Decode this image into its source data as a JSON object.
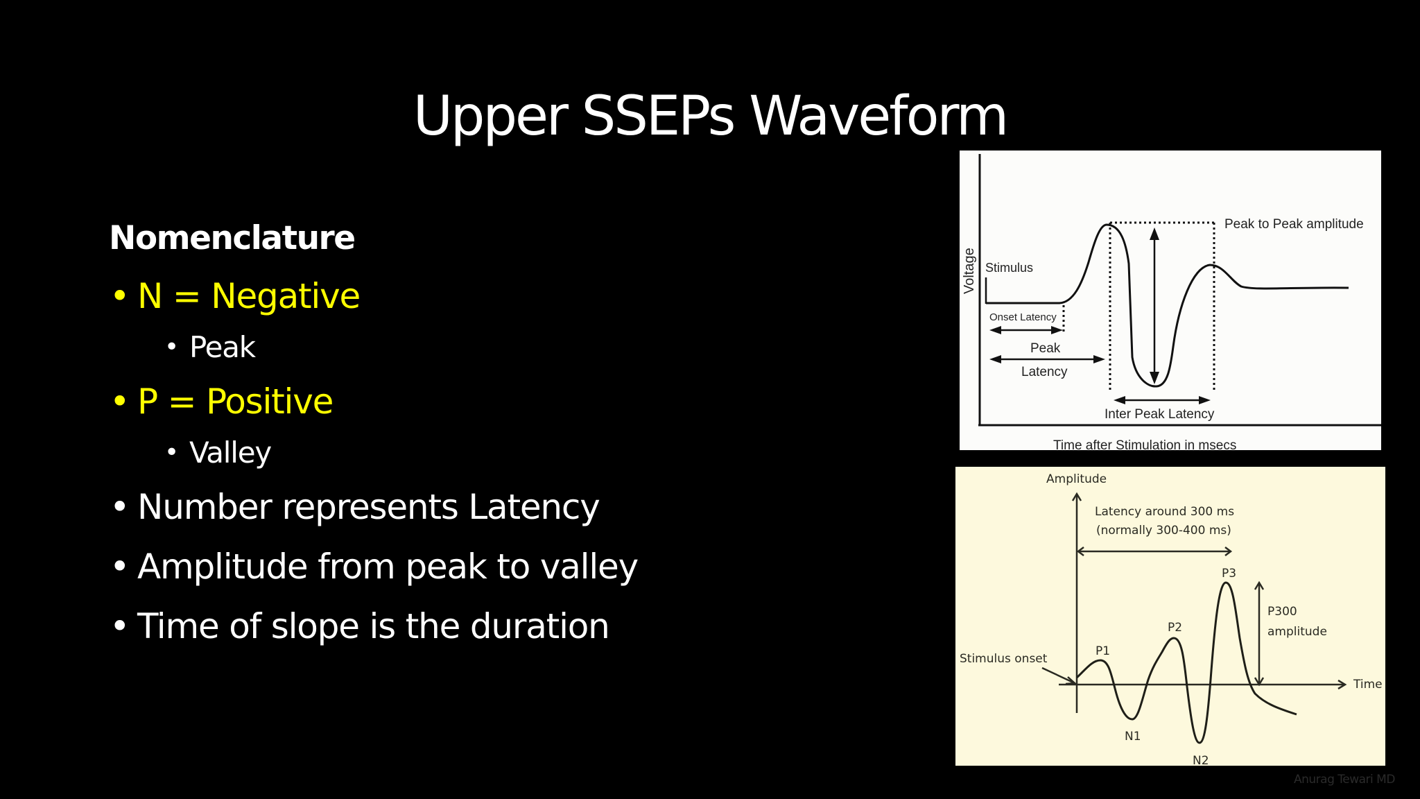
{
  "slide": {
    "title": "Upper SSEPs Waveform",
    "heading": "Nomenclature",
    "bullets": [
      {
        "text": "N = Negative",
        "level": 1,
        "color": "#ffff00"
      },
      {
        "text": "Peak",
        "level": 2,
        "color": "#ffffff"
      },
      {
        "text": "P = Positive",
        "level": 1,
        "color": "#ffff00"
      },
      {
        "text": "Valley",
        "level": 2,
        "color": "#ffffff"
      },
      {
        "text": "Number represents Latency",
        "level": 1,
        "color": "#ffffff"
      },
      {
        "text": "Amplitude from peak to valley",
        "level": 1,
        "color": "#ffffff"
      },
      {
        "text": "Time of slope is the duration",
        "level": 1,
        "color": "#ffffff"
      }
    ],
    "bullet_glyph": "•",
    "watermark": "Anurag Tewari MD"
  },
  "figure_top": {
    "y_axis_label": "Voltage",
    "x_axis_label": "Time after Stimulation in msecs",
    "labels": {
      "stimulus": "Stimulus",
      "onset_latency": "Onset Latency",
      "peak": "Peak",
      "latency": "Latency",
      "inter_peak_latency": "Inter Peak Latency",
      "peak_to_peak_amplitude": "Peak to Peak amplitude"
    },
    "background": "#fcfcfa"
  },
  "figure_bottom": {
    "y_axis_label": "Amplitude",
    "x_axis_label": "Time",
    "latency_line1": "Latency around 300 ms",
    "latency_line2": "(normally 300-400 ms)",
    "stimulus_onset": "Stimulus onset",
    "p300_line1": "P300",
    "p300_line2": "amplitude",
    "peaks": [
      "P1",
      "N1",
      "P2",
      "N2",
      "P3"
    ],
    "background": "#fdf9dd"
  },
  "colors": {
    "background": "#000000",
    "accent_yellow": "#ffff00",
    "text_white": "#ffffff"
  }
}
